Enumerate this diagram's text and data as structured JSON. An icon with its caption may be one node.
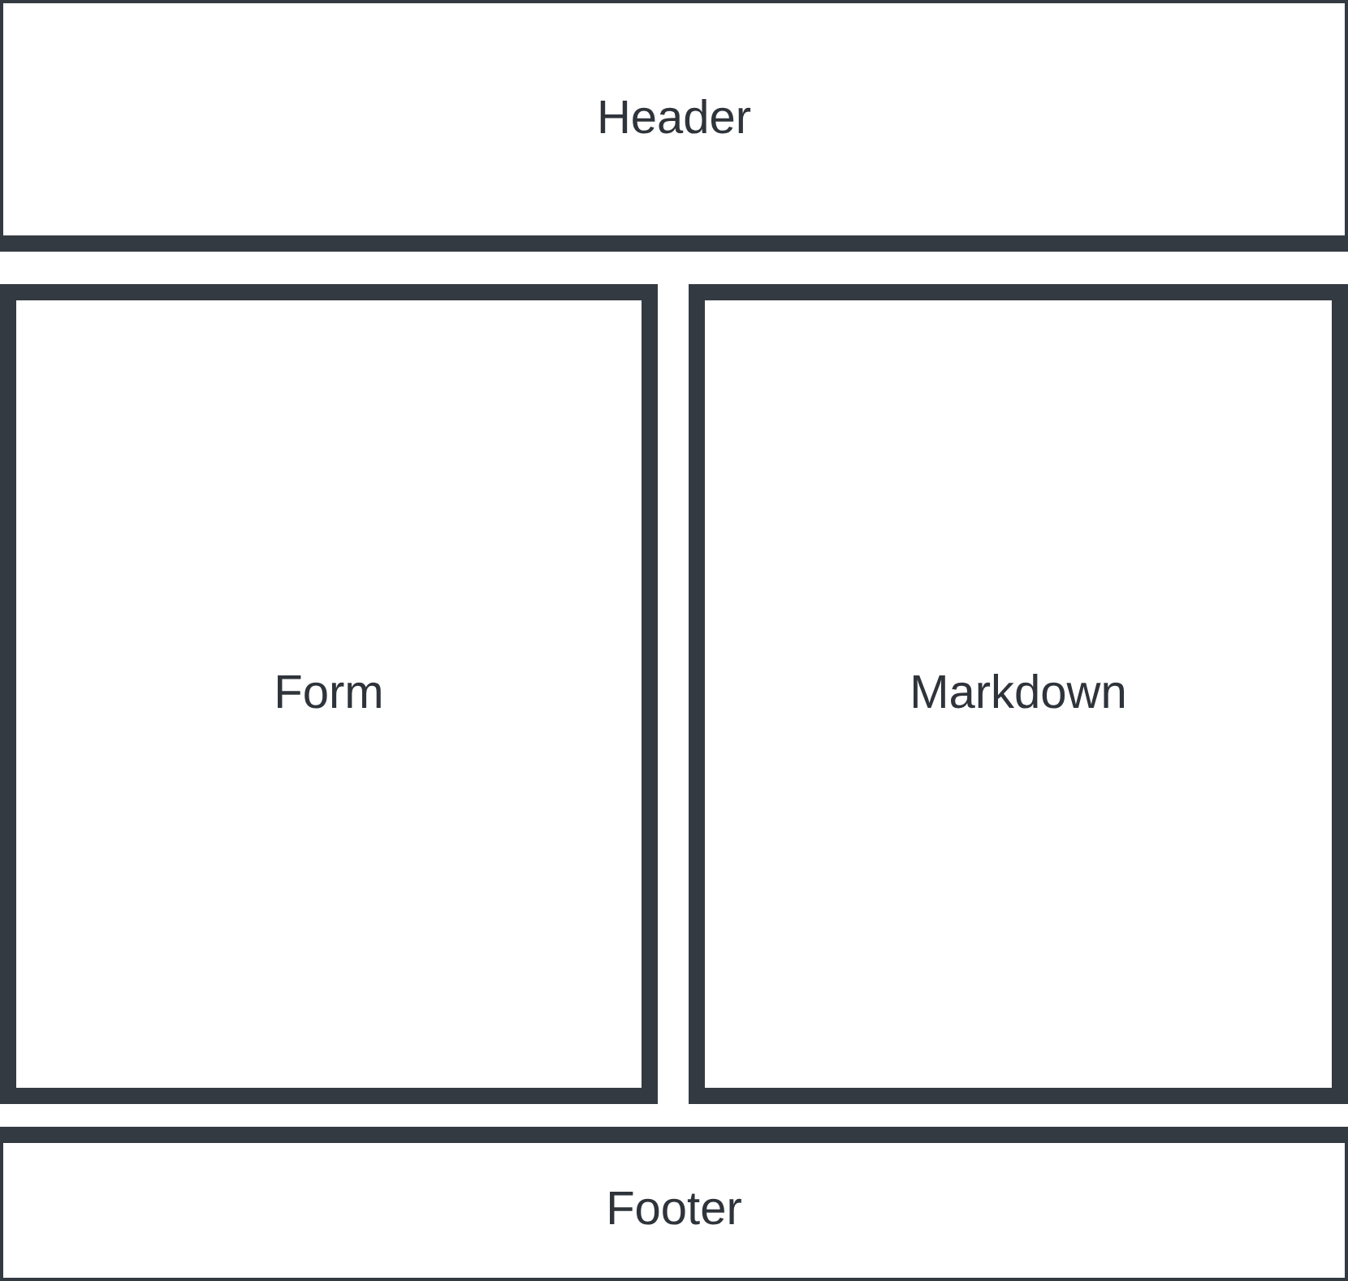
{
  "diagram": {
    "nodes": [
      {
        "text": [
          "Header"
        ]
      },
      {
        "text": [
          "Form"
        ]
      },
      {
        "text": [
          "Markdown"
        ]
      },
      {
        "text": [
          "Footer"
        ]
      }
    ]
  }
}
